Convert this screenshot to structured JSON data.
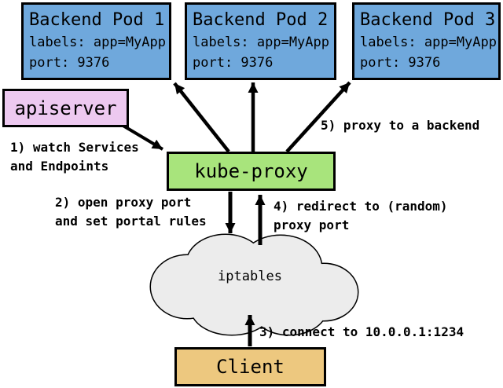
{
  "diagram": {
    "pods": [
      {
        "title": "Backend Pod 1",
        "labels": "labels: app=MyApp",
        "port": "port: 9376"
      },
      {
        "title": "Backend Pod 2",
        "labels": "labels: app=MyApp",
        "port": "port: 9376"
      },
      {
        "title": "Backend Pod 3",
        "labels": "labels: app=MyApp",
        "port": "port: 9376"
      }
    ],
    "apiserver": {
      "label": "apiserver"
    },
    "kube_proxy": {
      "label": "kube-proxy"
    },
    "iptables": {
      "label": "iptables"
    },
    "client": {
      "label": "Client"
    },
    "annotations": {
      "step1": "1) watch Services\nand Endpoints",
      "step2": "2) open proxy port\nand set portal rules",
      "step3": "3) connect to 10.0.0.1:1234",
      "step4": "4) redirect to (random)\nproxy port",
      "step5": "5) proxy to a backend"
    },
    "colors": {
      "pod_fill": "#6fa8dc",
      "apiserver_fill": "#edc9f0",
      "kube_proxy_fill": "#a8e47c",
      "iptables_fill": "#ececec",
      "client_fill": "#edc87f",
      "border": "#000000",
      "arrow": "#000000",
      "text": "#000000"
    }
  }
}
